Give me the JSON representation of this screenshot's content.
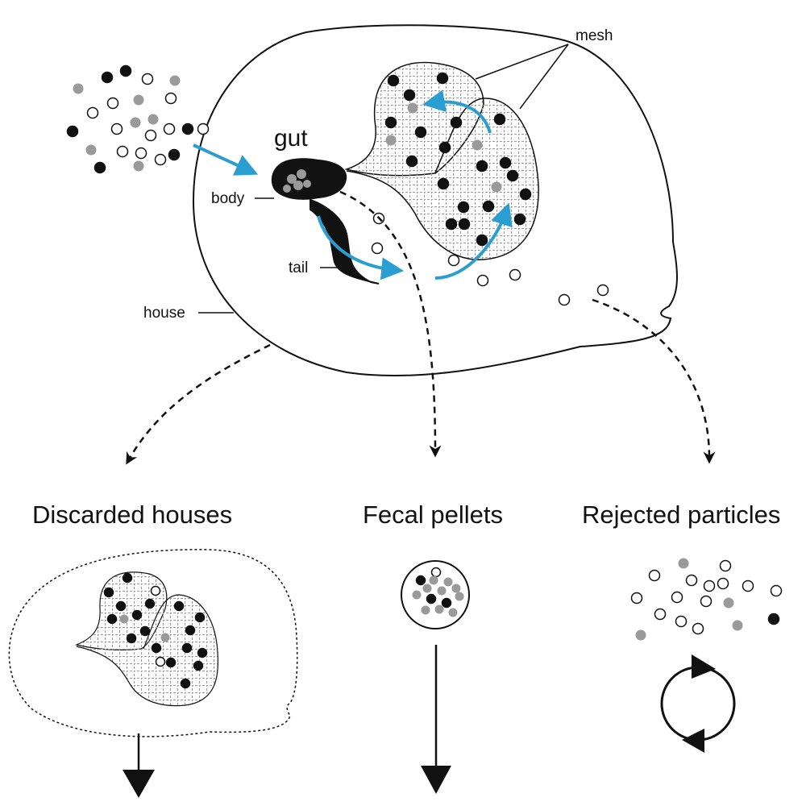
{
  "labels": {
    "mesh": "mesh",
    "gut": "gut",
    "body": "body",
    "tail": "tail",
    "house": "house"
  },
  "fates": [
    {
      "title": "Discarded houses"
    },
    {
      "title": "Fecal pellets"
    },
    {
      "title": "Rejected particles"
    }
  ],
  "colors": {
    "outline": "#111111",
    "flow_arrow": "#2b9ed1",
    "black_particle": "#111111",
    "gray_particle": "#9a9a9a",
    "white_particle": "#ffffff",
    "mesh_hatch": "#9a9a9a"
  },
  "legend_particle_types": [
    "black",
    "gray",
    "white"
  ]
}
